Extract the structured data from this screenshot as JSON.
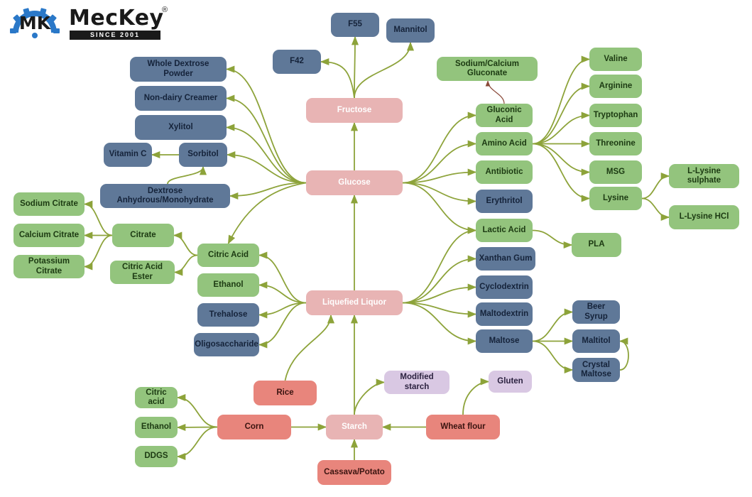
{
  "brand": {
    "monogram": "MK",
    "name": "MecKey",
    "registered": "®",
    "tagline": "SINCE 2001",
    "colors": {
      "gear": "#2a78c8",
      "text": "#1a1a1a"
    }
  },
  "colors": {
    "blue": "#5f7898",
    "green": "#93c47d",
    "light_pink": "#e8b4b4",
    "salmon": "#e8857c",
    "lavender": "#d9c8e3",
    "edge": "#8da33a",
    "edge_brown": "#8b4a3a"
  },
  "nodes": {
    "f55": "F55",
    "mannitol": "Mannitol",
    "f42": "F42",
    "fructose": "Fructose",
    "whole_dextrose": "Whole Dextrose Powder",
    "nondairy": "Non-dairy Creamer",
    "xylitol": "Xylitol",
    "vitamin_c": "Vitamin C",
    "sorbitol": "Sorbitol",
    "dextrose_anhydrous": "Dextrose Anhydrous/Monohydrate",
    "glucose": "Glucose",
    "sodium_citrate": "Sodium Citrate",
    "calcium_citrate": "Calcium Citrate",
    "potassium_citrate": "Potassium Citrate",
    "citrate": "Citrate",
    "citric_acid_ester": "Citric Acid Ester",
    "citric_acid": "Citric Acid",
    "ethanol": "Ethanol",
    "trehalose": "Trehalose",
    "oligosaccharide": "Oligosaccharide",
    "liquefied_liquor": "Liquefied Liquor",
    "sodium_calcium_gluconate": "Sodium/Calcium Gluconate",
    "gluconic_acid": "Gluconic Acid",
    "amino_acid": "Amino Acid",
    "antibiotic": "Antibiotic",
    "erythritol": "Erythritol",
    "lactic_acid": "Lactic Acid",
    "xanthan_gum": "Xanthan Gum",
    "cyclodextrin": "Cyclodextrin",
    "maltodextrin": "Maltodextrin",
    "maltose": "Maltose",
    "valine": "Valine",
    "arginine": "Arginine",
    "tryptophan": "Tryptophan",
    "threonine": "Threonine",
    "msg": "MSG",
    "lysine": "Lysine",
    "lysine_sulphate": "L-Lysine sulphate",
    "lysine_hcl": "L-Lysine HCl",
    "pla": "PLA",
    "beer_syrup": "Beer Syrup",
    "maltitol": "Maltitol",
    "crystal_maltose": "Crystal Maltose",
    "rice": "Rice",
    "modified_starch": "Modified starch",
    "gluten": "Gluten",
    "citric_acid_small": "Citric acid",
    "ethanol_small": "Ethanol",
    "ddgs": "DDGS",
    "corn": "Corn",
    "starch": "Starch",
    "wheat_flour": "Wheat flour",
    "cassava_potato": "Cassava/Potato"
  }
}
